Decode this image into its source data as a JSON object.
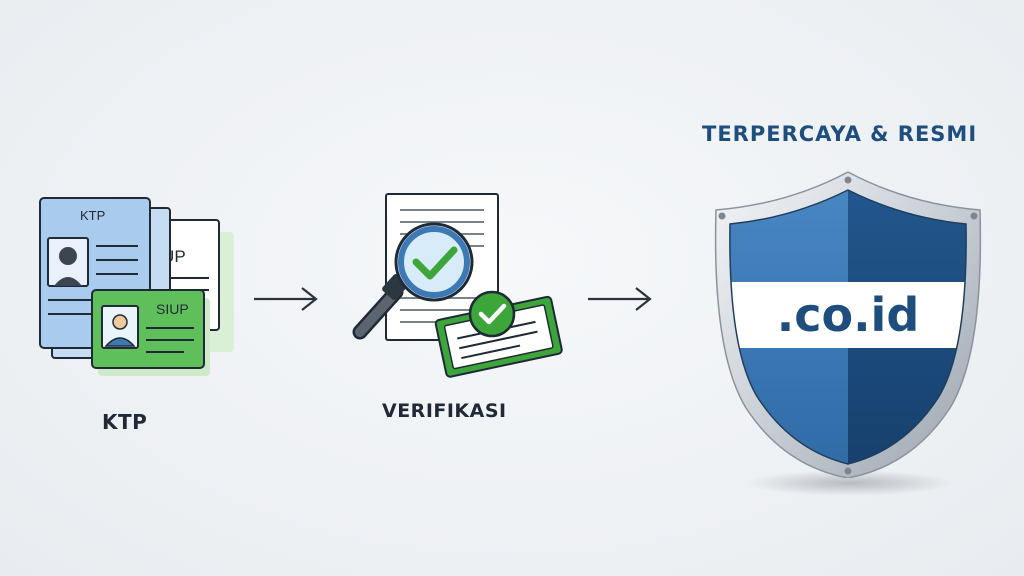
{
  "steps": {
    "documents": {
      "label": "KTP",
      "card_ktp_title": "KTP",
      "card_siup_back_title": "SIUP",
      "card_siup_front_title": "SIUP"
    },
    "verification": {
      "label": "VERIFIKASI"
    },
    "result": {
      "label": "TERPERCAYA & RESMI",
      "domain_text": ".co.id"
    }
  },
  "colors": {
    "navy": "#1d4e7e",
    "shield_light": "#3d7ab5",
    "shield_dark": "#1e4f82",
    "green": "#3da63a",
    "card_blue": "#a9cbed",
    "card_green": "#5fbf5a"
  },
  "icons": [
    "document-stack-icon",
    "id-card-icon",
    "magnifier-check-icon",
    "certificate-check-icon",
    "shield-icon",
    "arrow-right-icon"
  ]
}
